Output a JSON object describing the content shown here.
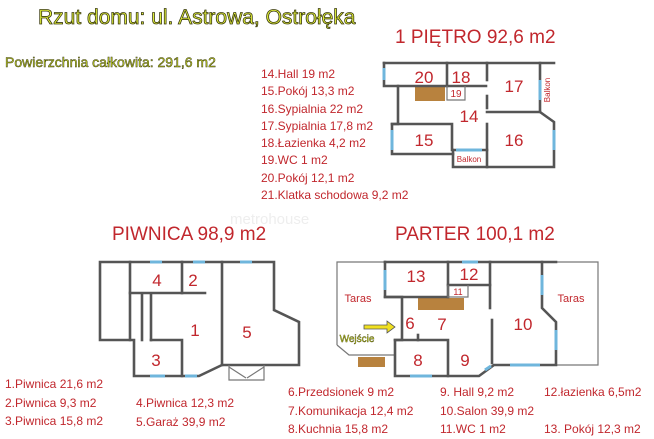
{
  "header": {
    "title": "Rzut domu: ul. Astrowa, Ostrołęka",
    "total_area": "Powierzchnia całkowita: 291,6 m2"
  },
  "watermark": "metrohouse",
  "colors": {
    "text_red": "#c1272d",
    "walls": "#555555",
    "windows": "#6fb6dc",
    "stairs": "#b8823e",
    "title": "#e3f23a"
  },
  "floor1": {
    "title": "1 PIĘTRO 92,6 m2",
    "rooms": [
      "14.Hall 19 m2",
      "15.Pokój 13,3 m2",
      "16.Sypialnia 22 m2",
      "17.Sypialnia  17,8 m2",
      "18.Łazienka 4,2 m2",
      "19.WC 1 m2",
      "20.Pokój 12,1 m2",
      "21.Klatka schodowa 9,2 m2"
    ],
    "labels": {
      "r20": "20",
      "r18": "18",
      "r19": "19",
      "r17": "17",
      "r14": "14",
      "r15": "15",
      "r16": "16",
      "balkon1": "Balkon",
      "balkon2": "Balkon"
    }
  },
  "basement": {
    "title": "PIWNICA 98,9 m2",
    "rooms": [
      "1.Piwnica 21,6 m2",
      "2.Piwnica 9,3 m2",
      "3.Piwnica 15,8 m2",
      "4.Piwnica 12,3 m2",
      "5.Garaż 39,9 m2"
    ],
    "labels": {
      "r1": "1",
      "r2": "2",
      "r3": "3",
      "r4": "4",
      "r5": "5"
    }
  },
  "ground": {
    "title": "PARTER 100,1 m2",
    "rooms": [
      "6.Przedsionek 9 m2",
      "7.Komunikacja 12,4 m2",
      "8.Kuchnia 15,8 m2",
      " 9. Hall 9,2 m2",
      "10.Salon 39,9 m2",
      "11.WC 1 m2",
      "12.łazienka 6,5m2",
      "13. Pokój 12,3 m2"
    ],
    "labels": {
      "r6": "6",
      "r7": "7",
      "r8": "8",
      "r9": "9",
      "r10": "10",
      "r11": "11",
      "r12": "12",
      "r13": "13",
      "taras1": "Taras",
      "taras2": "Taras",
      "entrance": "Wejście"
    }
  }
}
